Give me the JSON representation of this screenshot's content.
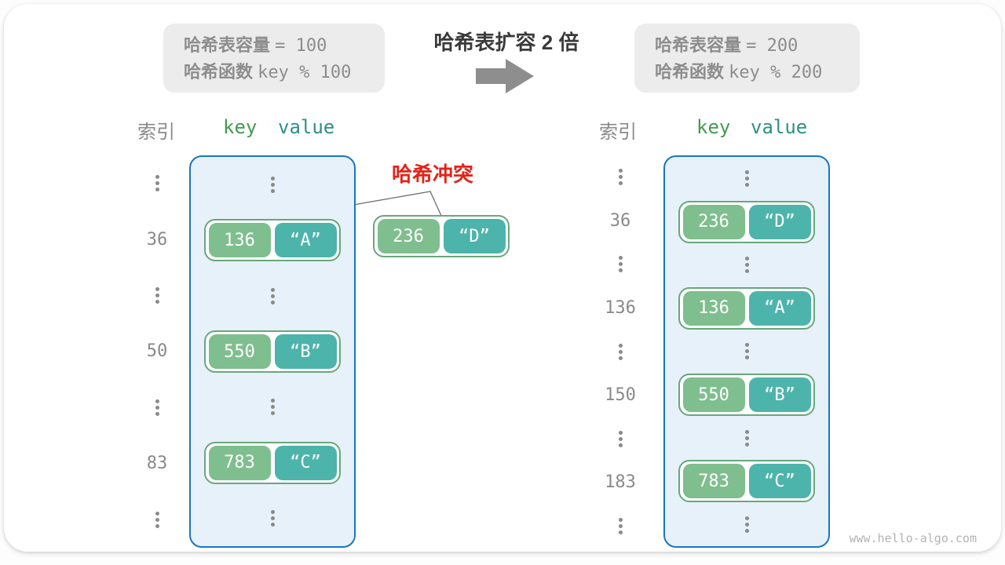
{
  "page": {
    "watermark": "www.hello-algo.com"
  },
  "center": {
    "title": "哈希表扩容 2 倍"
  },
  "collision": {
    "label": "哈希冲突",
    "key": "236",
    "value": "“D”"
  },
  "left": {
    "info": {
      "line1_label": "哈希表容量",
      "line1_value": "= 100",
      "line2_label": "哈希函数",
      "line2_value": "key % 100"
    },
    "headers": {
      "index": "索引",
      "key": "key",
      "value": "value"
    },
    "entries": [
      {
        "index": "36",
        "key": "136",
        "value": "“A”"
      },
      {
        "index": "50",
        "key": "550",
        "value": "“B”"
      },
      {
        "index": "83",
        "key": "783",
        "value": "“C”"
      }
    ]
  },
  "right": {
    "info": {
      "line1_label": "哈希表容量",
      "line1_value": "= 200",
      "line2_label": "哈希函数",
      "line2_value": "key % 200"
    },
    "headers": {
      "index": "索引",
      "key": "key",
      "value": "value"
    },
    "entries": [
      {
        "index": "36",
        "key": "236",
        "value": "“D”"
      },
      {
        "index": "136",
        "key": "136",
        "value": "“A”"
      },
      {
        "index": "150",
        "key": "550",
        "value": "“B”"
      },
      {
        "index": "183",
        "key": "783",
        "value": "“C”"
      }
    ]
  },
  "colors": {
    "key_box_green": "#7fbe8e",
    "value_box_teal": "#4db4ab",
    "pair_border_green": "#68a87a",
    "bucket_fill_blue": "#e7f1f9",
    "bucket_border_blue": "#1a75c0",
    "collision_red": "#e32419",
    "gray_text": "#8a8a8a",
    "key_header_green": "#449a51",
    "value_header_teal": "#2e8f88",
    "arrow_gray": "#8e8e8e"
  }
}
